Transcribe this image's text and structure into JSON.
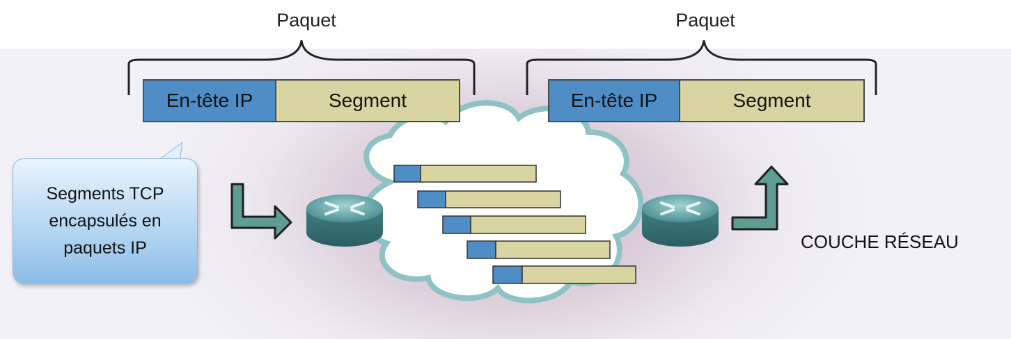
{
  "packets": [
    {
      "title": "Paquet",
      "header_label": "En-tête IP",
      "segment_label": "Segment"
    },
    {
      "title": "Paquet",
      "header_label": "En-tête IP",
      "segment_label": "Segment"
    }
  ],
  "callout": {
    "line1": "Segments TCP",
    "line2": "encapsulés en",
    "line3": "paquets IP"
  },
  "layer_label": "COUCHE RÉSEAU",
  "colors": {
    "ip_header": "#4f8dc7",
    "segment": "#d8d5a3",
    "arrow": "#5e9c94",
    "cloud_outline": "#8fc2c4",
    "router": "#4f8e90"
  },
  "icons": {
    "left_arrow": "bent-arrow-right-icon",
    "right_arrow": "bent-arrow-up-icon",
    "routers": "router-icon",
    "cloud": "network-cloud-icon"
  }
}
